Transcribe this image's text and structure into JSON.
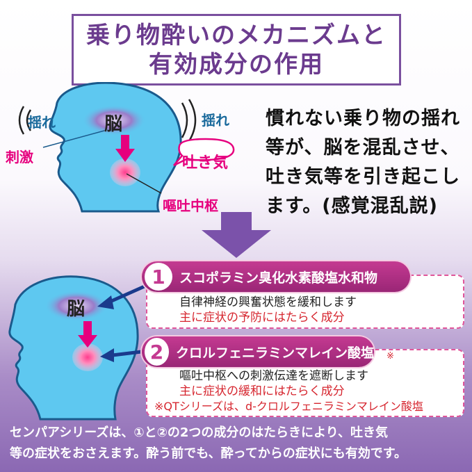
{
  "title": {
    "line1": "乗り物酔いのメカニズムと",
    "line2": "有効成分の作用"
  },
  "top_diagram": {
    "shake_left": "揺れ",
    "shake_right": "揺れ",
    "brain": "脳",
    "stimulus": "刺激",
    "nausea": "吐き気",
    "vomit_center": "嘔吐中枢"
  },
  "description": {
    "line1": "慣れない乗り物の揺れ",
    "line2": "等が、脳を混乱させ、",
    "line3": "吐き気等を引き起こし",
    "line4": "ます。(感覚混乱説)"
  },
  "bottom_diagram": {
    "brain": "脳"
  },
  "ingredients": [
    {
      "number": "1",
      "name": "スコポラミン臭化水素酸塩水和物",
      "effect": "自律神経の興奮状態を緩和します",
      "role": "主に症状の予防にはたらく成分"
    },
    {
      "number": "2",
      "name": "クロルフェニラミンマレイン酸塩",
      "mark": "※",
      "effect": "嘔吐中枢への刺激伝達を遮断します",
      "role": "主に症状の緩和にはたらく成分",
      "note": "※QTシリーズは、d-クロルフェニラミンマレイン酸塩"
    }
  ],
  "footer": {
    "line1": "センパアシリーズは、①と②の2つの成分のはたらきにより、吐き気",
    "line2": "等の症状をおさえます。酔う前でも、酔ってからの症状にも有効です。"
  },
  "colors": {
    "head_fill": "#5ec8f0",
    "head_outline": "#1a5a8c",
    "brain_fill": "#8b6bbf",
    "pink_accent": "#e6007e",
    "purple_title": "#6b3b8e",
    "panel_border": "#e0569a",
    "red_text": "#d6262f",
    "shake_text": "#1a6a9c"
  }
}
